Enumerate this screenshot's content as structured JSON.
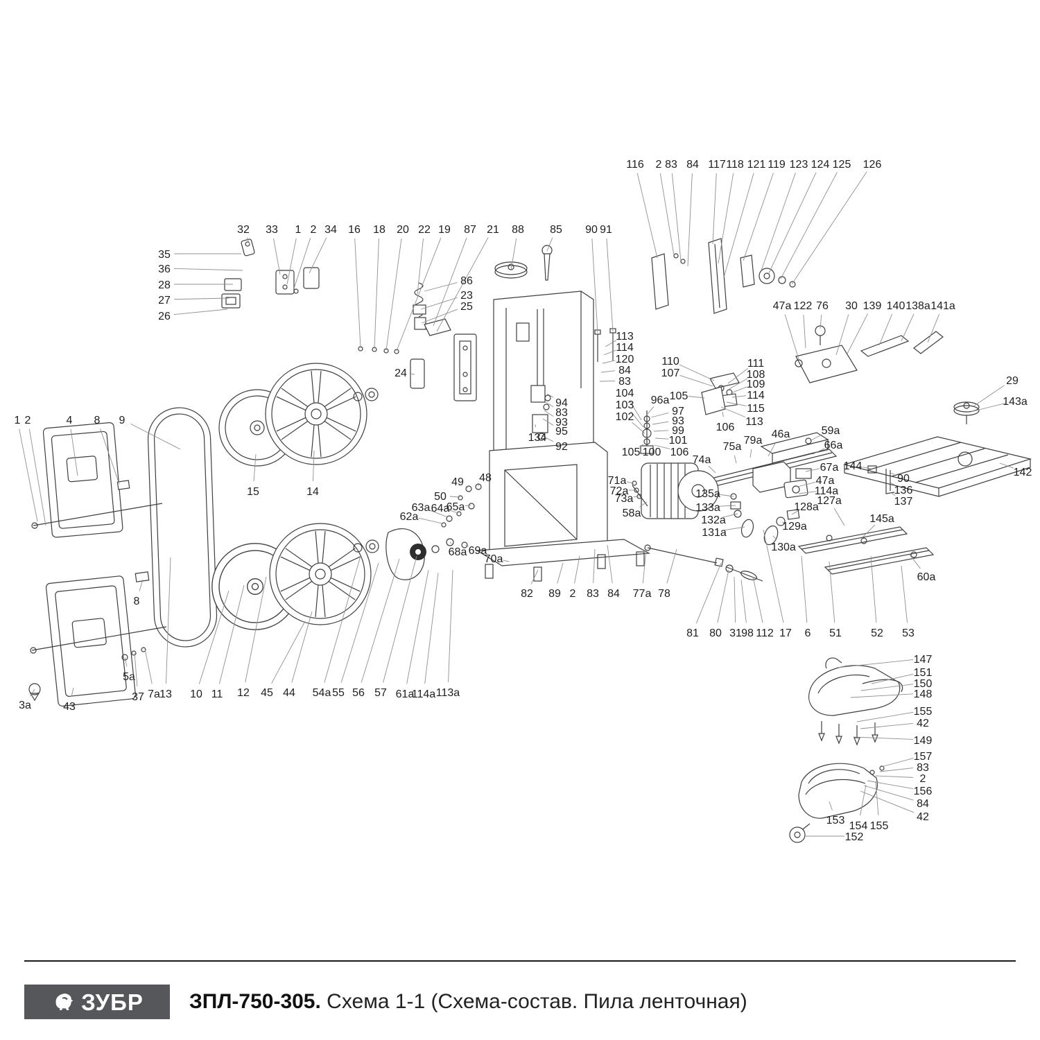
{
  "footer": {
    "logo": "ЗУБР",
    "model": "ЗПЛ-750-305.",
    "subtitle": " Схема 1-1 (Схема-состав. Пила ленточная)"
  },
  "colors": {
    "logo_background": "#56575b",
    "footer_rule": "#1a1a1a",
    "line_art": "#3d3d3d"
  },
  "labels": {
    "columns": [
      "text",
      "x",
      "y",
      "leader_x",
      "leader_y"
    ],
    "items": [
      [
        "116",
        916,
        236,
        948,
        372
      ],
      [
        "2",
        950,
        236,
        972,
        368
      ],
      [
        "83",
        968,
        236,
        982,
        376
      ],
      [
        "84",
        999,
        236,
        992,
        384
      ],
      [
        "117",
        1034,
        236,
        1028,
        352
      ],
      [
        "118",
        1060,
        236,
        1036,
        380
      ],
      [
        "121",
        1091,
        236,
        1044,
        400
      ],
      [
        "119",
        1120,
        236,
        1072,
        376
      ],
      [
        "123",
        1152,
        236,
        1098,
        390
      ],
      [
        "124",
        1183,
        236,
        1108,
        396
      ],
      [
        "125",
        1214,
        236,
        1126,
        402
      ],
      [
        "126",
        1258,
        236,
        1142,
        410
      ],
      [
        "32",
        351,
        330,
        360,
        352
      ],
      [
        "33",
        392,
        330,
        404,
        396
      ],
      [
        "1",
        430,
        330,
        414,
        410
      ],
      [
        "2",
        452,
        330,
        424,
        416
      ],
      [
        "34",
        477,
        330,
        446,
        394
      ],
      [
        "16",
        511,
        330,
        520,
        502
      ],
      [
        "18",
        547,
        330,
        540,
        503
      ],
      [
        "20",
        581,
        330,
        557,
        505
      ],
      [
        "22",
        612,
        330,
        602,
        424
      ],
      [
        "19",
        641,
        330,
        572,
        506
      ],
      [
        "87",
        678,
        330,
        625,
        470
      ],
      [
        "21",
        711,
        330,
        630,
        478
      ],
      [
        "88",
        747,
        330,
        737,
        390
      ],
      [
        "85",
        802,
        330,
        789,
        362
      ],
      [
        "90",
        853,
        330,
        862,
        480
      ],
      [
        "91",
        874,
        330,
        884,
        478
      ],
      [
        "35",
        237,
        366,
        348,
        366
      ],
      [
        "36",
        237,
        387,
        350,
        390
      ],
      [
        "28",
        237,
        410,
        336,
        410
      ],
      [
        "27",
        237,
        432,
        330,
        430
      ],
      [
        "26",
        237,
        455,
        328,
        446
      ],
      [
        "86",
        673,
        404,
        612,
        420
      ],
      [
        "23",
        673,
        425,
        607,
        446
      ],
      [
        "25",
        673,
        441,
        608,
        466
      ],
      [
        "24",
        578,
        537,
        598,
        540
      ],
      [
        "47a",
        1128,
        440,
        1152,
        518
      ],
      [
        "122",
        1158,
        440,
        1162,
        502
      ],
      [
        "76",
        1186,
        440,
        1183,
        474
      ],
      [
        "30",
        1228,
        440,
        1206,
        512
      ],
      [
        "139",
        1258,
        440,
        1222,
        510
      ],
      [
        "140",
        1292,
        440,
        1268,
        498
      ],
      [
        "138a",
        1324,
        440,
        1300,
        492
      ],
      [
        "141a",
        1360,
        440,
        1338,
        494
      ],
      [
        "113",
        901,
        484,
        873,
        500
      ],
      [
        "114",
        901,
        500,
        871,
        512
      ],
      [
        "120",
        901,
        517,
        869,
        524
      ],
      [
        "84",
        901,
        533,
        867,
        537
      ],
      [
        "83",
        901,
        549,
        865,
        550
      ],
      [
        "104",
        901,
        566,
        925,
        606
      ],
      [
        "103",
        901,
        583,
        928,
        616
      ],
      [
        "102",
        901,
        600,
        930,
        625
      ],
      [
        "110",
        967,
        520,
        1030,
        549
      ],
      [
        "107",
        967,
        537,
        1028,
        557
      ],
      [
        "111",
        1090,
        523,
        1050,
        553
      ],
      [
        "108",
        1090,
        539,
        1052,
        561
      ],
      [
        "109",
        1090,
        553,
        1054,
        567
      ],
      [
        "114",
        1090,
        569,
        1056,
        573
      ],
      [
        "115",
        1090,
        588,
        1048,
        580
      ],
      [
        "113",
        1088,
        607,
        1040,
        587
      ],
      [
        "96a",
        952,
        576,
        933,
        598
      ],
      [
        "105",
        979,
        570,
        1016,
        574
      ],
      [
        "106",
        1046,
        615,
        1042,
        594
      ],
      [
        "97",
        978,
        592,
        939,
        602
      ],
      [
        "93",
        978,
        606,
        941,
        612
      ],
      [
        "99",
        978,
        620,
        943,
        622
      ],
      [
        "101",
        978,
        634,
        945,
        632
      ],
      [
        "105",
        910,
        651,
        928,
        641
      ],
      [
        "100",
        940,
        651,
        936,
        643
      ],
      [
        "106",
        980,
        651,
        944,
        642
      ],
      [
        "94",
        810,
        580,
        789,
        568
      ],
      [
        "83",
        810,
        594,
        787,
        580
      ],
      [
        "93",
        810,
        608,
        785,
        592
      ],
      [
        "95",
        810,
        621,
        783,
        604
      ],
      [
        "92",
        810,
        643,
        781,
        628
      ],
      [
        "134",
        775,
        630,
        772,
        612
      ],
      [
        "29",
        1460,
        548,
        1404,
        586
      ],
      [
        "143a",
        1464,
        578,
        1400,
        594
      ],
      [
        "59a",
        1198,
        620,
        1168,
        636
      ],
      [
        "46a",
        1126,
        625,
        1108,
        658
      ],
      [
        "66a",
        1202,
        641,
        1172,
        655
      ],
      [
        "79a",
        1086,
        634,
        1082,
        660
      ],
      [
        "75a",
        1056,
        643,
        1062,
        668
      ],
      [
        "67a",
        1196,
        673,
        1162,
        680
      ],
      [
        "74a",
        1012,
        662,
        1032,
        682
      ],
      [
        "144",
        1230,
        671,
        1256,
        676
      ],
      [
        "142",
        1475,
        680,
        1442,
        668
      ],
      [
        "90",
        1303,
        689,
        1284,
        682
      ],
      [
        "136",
        1303,
        706,
        1284,
        696
      ],
      [
        "137",
        1303,
        722,
        1284,
        710
      ],
      [
        "47a",
        1190,
        692,
        1150,
        702
      ],
      [
        "114a",
        1192,
        707,
        1152,
        712
      ],
      [
        "127a",
        1196,
        721,
        1218,
        758
      ],
      [
        "128a",
        1163,
        730,
        1142,
        742
      ],
      [
        "145a",
        1272,
        747,
        1244,
        775
      ],
      [
        "129a",
        1146,
        758,
        1128,
        753
      ],
      [
        "130a",
        1130,
        788,
        1115,
        773
      ],
      [
        "71a",
        890,
        692,
        914,
        697
      ],
      [
        "72a",
        893,
        707,
        917,
        707
      ],
      [
        "73a",
        900,
        718,
        921,
        716
      ],
      [
        "58a",
        911,
        739,
        933,
        724
      ],
      [
        "135a",
        1021,
        711,
        1058,
        716
      ],
      [
        "133a",
        1021,
        731,
        1061,
        729
      ],
      [
        "132a",
        1029,
        749,
        1064,
        741
      ],
      [
        "131a",
        1030,
        767,
        1074,
        760
      ],
      [
        "49",
        660,
        694,
        675,
        704
      ],
      [
        "48",
        700,
        688,
        689,
        701
      ],
      [
        "50",
        635,
        715,
        663,
        717
      ],
      [
        "65a",
        657,
        730,
        679,
        729
      ],
      [
        "64a",
        635,
        732,
        661,
        740
      ],
      [
        "63a",
        607,
        731,
        646,
        746
      ],
      [
        "62a",
        590,
        744,
        638,
        755
      ],
      [
        "15",
        365,
        708,
        369,
        655
      ],
      [
        "14",
        451,
        708,
        453,
        650
      ],
      [
        "68a",
        660,
        795,
        649,
        782
      ],
      [
        "69a",
        689,
        793,
        671,
        786
      ],
      [
        "70a",
        712,
        805,
        734,
        810
      ],
      [
        "82",
        760,
        855,
        776,
        822
      ],
      [
        "89",
        800,
        855,
        812,
        812
      ],
      [
        "2",
        826,
        855,
        836,
        802
      ],
      [
        "83",
        855,
        855,
        858,
        792
      ],
      [
        "84",
        885,
        855,
        876,
        786
      ],
      [
        "77a",
        926,
        855,
        932,
        792
      ],
      [
        "78",
        958,
        855,
        976,
        792
      ],
      [
        "81",
        999,
        912,
        1040,
        812
      ],
      [
        "80",
        1032,
        912,
        1051,
        822
      ],
      [
        "31",
        1061,
        912,
        1059,
        832
      ],
      [
        "98",
        1078,
        912,
        1069,
        836
      ],
      [
        "112",
        1103,
        912,
        1086,
        832
      ],
      [
        "17",
        1133,
        912,
        1101,
        764
      ],
      [
        "6",
        1165,
        912,
        1156,
        802
      ],
      [
        "51",
        1205,
        912,
        1196,
        810
      ],
      [
        "52",
        1265,
        912,
        1256,
        802
      ],
      [
        "53",
        1310,
        912,
        1300,
        816
      ],
      [
        "60a",
        1336,
        831,
        1312,
        800
      ],
      [
        "1",
        25,
        605,
        54,
        752
      ],
      [
        "2",
        40,
        605,
        66,
        758
      ],
      [
        "4",
        100,
        605,
        112,
        686
      ],
      [
        "8",
        140,
        605,
        172,
        698
      ],
      [
        "9",
        176,
        605,
        260,
        648
      ],
      [
        "8",
        197,
        866,
        206,
        836
      ],
      [
        "5a",
        186,
        975,
        180,
        948
      ],
      [
        "37",
        199,
        1004,
        194,
        942
      ],
      [
        "7a",
        222,
        1000,
        209,
        936
      ],
      [
        "13",
        239,
        1000,
        246,
        804
      ],
      [
        "3a",
        36,
        1016,
        50,
        994
      ],
      [
        "43",
        100,
        1018,
        106,
        992
      ],
      [
        "10",
        283,
        1000,
        330,
        852
      ],
      [
        "11",
        313,
        1000,
        352,
        844
      ],
      [
        "12",
        351,
        998,
        384,
        832
      ],
      [
        "45",
        385,
        998,
        440,
        896
      ],
      [
        "44",
        417,
        998,
        450,
        882
      ],
      [
        "54a",
        464,
        998,
        520,
        802
      ],
      [
        "55",
        488,
        998,
        546,
        812
      ],
      [
        "56",
        517,
        998,
        576,
        806
      ],
      [
        "57",
        549,
        998,
        601,
        802
      ],
      [
        "61a",
        584,
        1000,
        618,
        822
      ],
      [
        "114a",
        611,
        1000,
        632,
        826
      ],
      [
        "113a",
        646,
        998,
        653,
        822
      ],
      [
        "147",
        1331,
        950,
        1207,
        963
      ],
      [
        "151",
        1331,
        969,
        1257,
        986
      ],
      [
        "150",
        1331,
        985,
        1242,
        996
      ],
      [
        "148",
        1331,
        1000,
        1227,
        1006
      ],
      [
        "155",
        1331,
        1025,
        1236,
        1041
      ],
      [
        "42",
        1331,
        1042,
        1241,
        1051
      ],
      [
        "149",
        1331,
        1067,
        1231,
        1063
      ],
      [
        "157",
        1331,
        1090,
        1271,
        1106
      ],
      [
        "83",
        1331,
        1106,
        1269,
        1113
      ],
      [
        "2",
        1331,
        1122,
        1263,
        1119
      ],
      [
        "156",
        1331,
        1140,
        1251,
        1126
      ],
      [
        "84",
        1331,
        1158,
        1246,
        1133
      ],
      [
        "42",
        1331,
        1177,
        1241,
        1141
      ],
      [
        "153",
        1205,
        1182,
        1196,
        1156
      ],
      [
        "154",
        1238,
        1190,
        1249,
        1132
      ],
      [
        "155",
        1268,
        1190,
        1263,
        1127
      ],
      [
        "152",
        1232,
        1206,
        1162,
        1206
      ]
    ]
  }
}
